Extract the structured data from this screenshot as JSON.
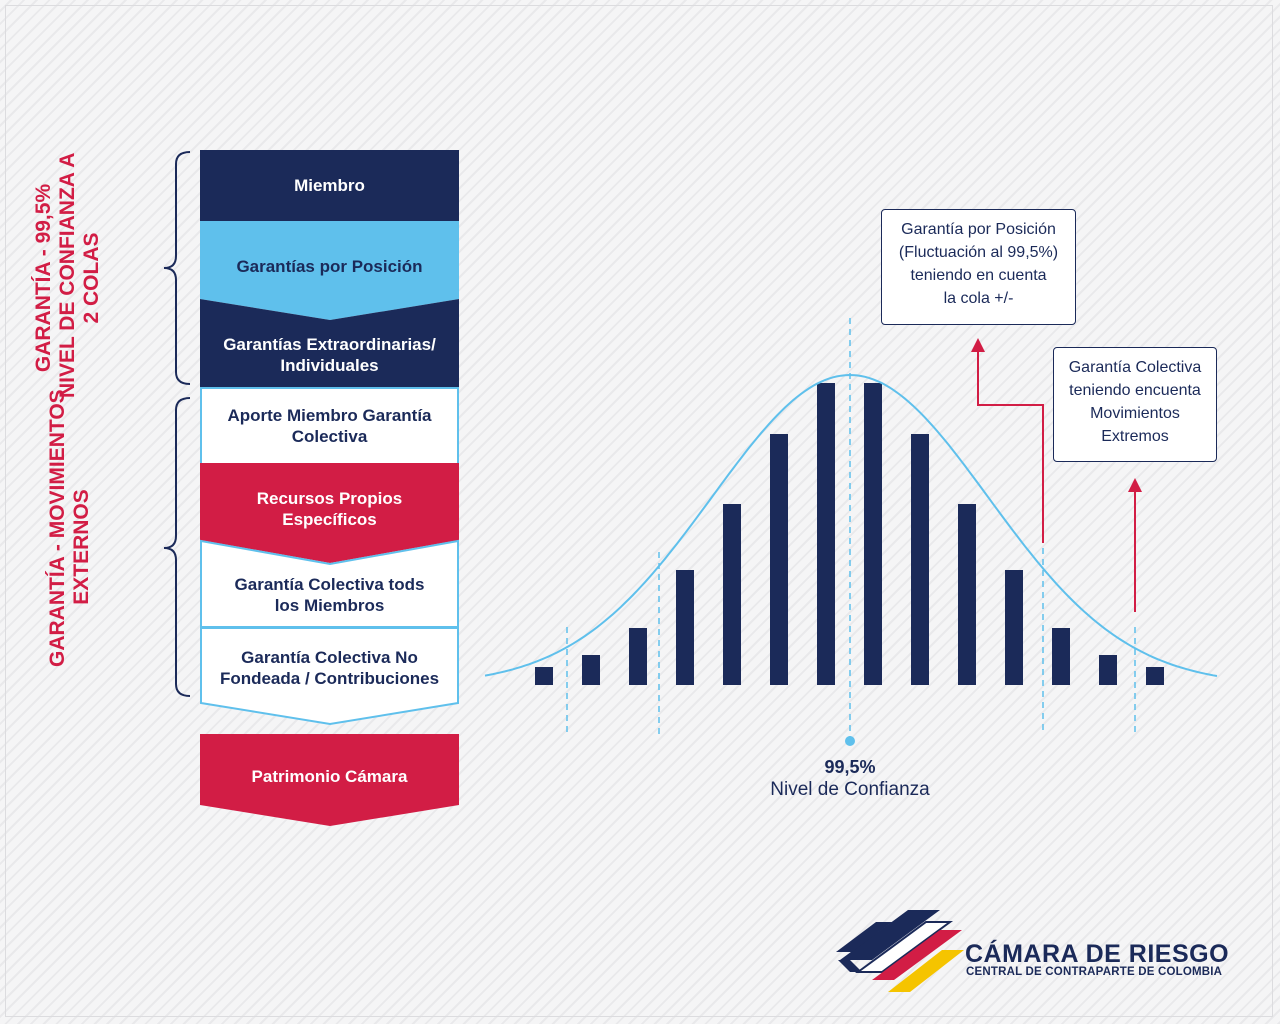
{
  "brace_labels": {
    "top": [
      "GARANTÍA - 99,5%",
      "NIVEL DE CONFIANZA A",
      "2 COLAS"
    ],
    "bottom": [
      "GARANTÍA - MOVIMIENTOS",
      "EXTERNOS"
    ]
  },
  "stack": {
    "miembro": "Miembro",
    "garantias_posicion": "Garantías por Posición",
    "garantias_extra_1": "Garantías Extraordinarias/",
    "garantias_extra_2": "Individuales",
    "aporte_1": "Aporte Miembro Garantía",
    "aporte_2": "Colectiva",
    "recursos_1": "Recursos Propios",
    "recursos_2": "Específicos",
    "colectiva_todos_1": "Garantía Colectiva tods",
    "colectiva_todos_2": "los Miembros",
    "no_fondeada_1": "Garantía Colectiva No",
    "no_fondeada_2": "Fondeada / Contribuciones",
    "patrimonio": "Patrimonio Cámara"
  },
  "callouts": {
    "posicion": [
      "Garantía por Posición",
      "(Fluctuación al 99,5%)",
      "teniendo en cuenta",
      "la cola +/-"
    ],
    "colectiva": [
      "Garantía Colectiva",
      "teniendo encuenta",
      "Movimientos",
      "Extremos"
    ]
  },
  "confidence": {
    "value": "99,5%",
    "label": "Nivel de Confianza"
  },
  "logo": {
    "name": "CÁMARA DE RIESGO",
    "subtitle": "CENTRAL DE CONTRAPARTE DE COLOMBIA"
  },
  "colors": {
    "navy": "#1b2a59",
    "light_blue": "#5fc0ec",
    "red": "#d21d45",
    "yellow": "#f5c400"
  },
  "chart_data": {
    "type": "bar",
    "bars_relative_height": [
      0.06,
      0.1,
      0.19,
      0.38,
      0.6,
      0.83,
      1.0,
      1.0,
      0.83,
      0.6,
      0.38,
      0.19,
      0.1,
      0.06
    ],
    "overlay": "normal-curve",
    "confidence_level": "99,5%"
  }
}
